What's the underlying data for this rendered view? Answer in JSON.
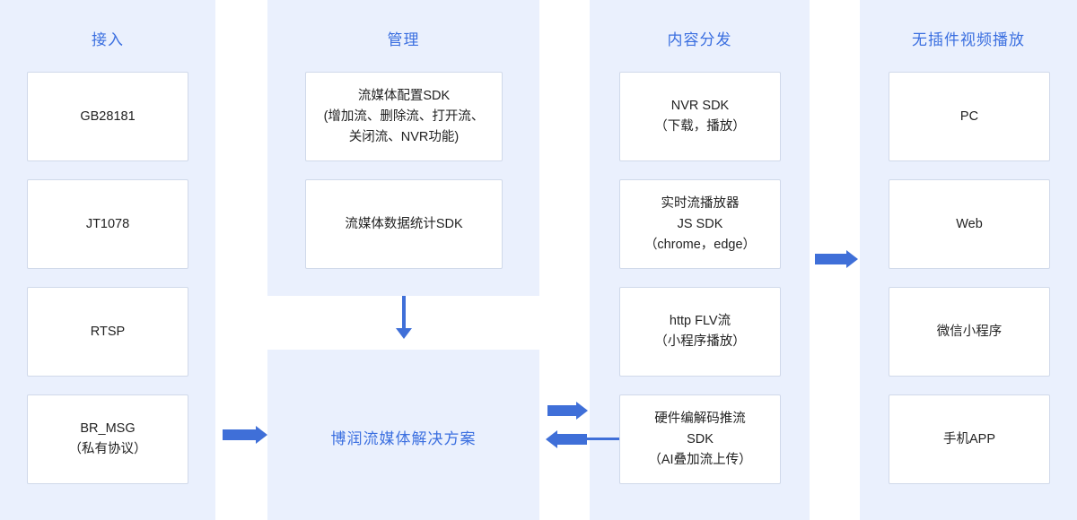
{
  "columns": [
    {
      "id": "access",
      "title": "接入",
      "nodes": [
        {
          "lines": [
            "GB28181"
          ]
        },
        {
          "lines": [
            "JT1078"
          ]
        },
        {
          "lines": [
            "RTSP"
          ]
        },
        {
          "lines": [
            "BR_MSG",
            "（私有协议）"
          ]
        }
      ]
    },
    {
      "id": "management",
      "title": "管理",
      "nodes": [
        {
          "lines": [
            "流媒体配置SDK",
            "(增加流、删除流、打开流、",
            "关闭流、NVR功能)"
          ]
        },
        {
          "lines": [
            "流媒体数据统计SDK"
          ]
        }
      ]
    },
    {
      "id": "distribution",
      "title": "内容分发",
      "nodes": [
        {
          "lines": [
            "NVR SDK",
            "（下载，播放）"
          ]
        },
        {
          "lines": [
            "实时流播放器",
            "JS SDK",
            "（chrome，edge）"
          ]
        },
        {
          "lines": [
            "http FLV流",
            "（小程序播放）"
          ]
        },
        {
          "lines": [
            "硬件编解码推流",
            "SDK",
            "（AI叠加流上传）"
          ]
        }
      ]
    },
    {
      "id": "playback",
      "title": "无插件视频播放",
      "nodes": [
        {
          "lines": [
            "PC"
          ]
        },
        {
          "lines": [
            "Web"
          ]
        },
        {
          "lines": [
            "微信小程序"
          ]
        },
        {
          "lines": [
            "手机APP"
          ]
        }
      ]
    }
  ],
  "solution": {
    "title": "博润流媒体解决方案"
  },
  "colors": {
    "panel_bg": "#eaf0fd",
    "accent": "#3b6fe0",
    "arrow": "#3f6fd8",
    "node_border": "#d0d9ea",
    "node_bg": "#ffffff",
    "text": "#222222"
  }
}
